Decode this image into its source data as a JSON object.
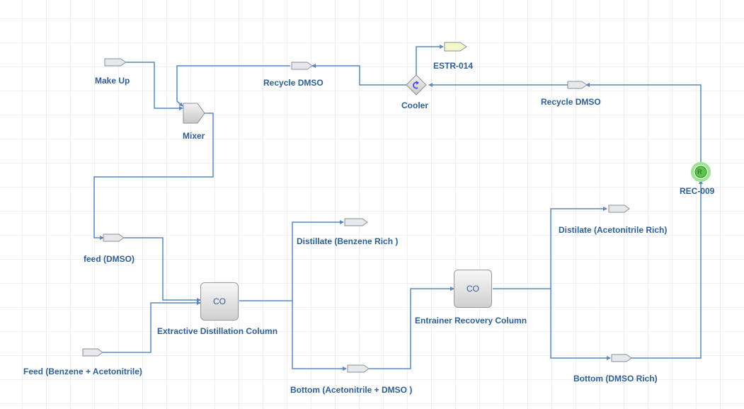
{
  "streams": {
    "make_up": "Make Up",
    "recycle_dmso_left": "Recycle DMSO",
    "recycle_dmso_right": "Recycle DMSO",
    "estr": "ESTR-014",
    "feed_dmso": "feed (DMSO)",
    "feed_benzene": "Feed (Benzene + Acetonitrile)",
    "distillate_benzene": "Distillate (Benzene Rich )",
    "bottom_acetonitrile": "Bottom (Acetonitrile + DMSO )",
    "distilate_acetonitrile": "Distilate (Acetonitrile Rich)",
    "bottom_dmso": "Bottom (DMSO Rich)"
  },
  "units": {
    "mixer": "Mixer",
    "cooler": "Cooler",
    "recycle": "REC-009",
    "extractive_column": "Extractive Distillation Column",
    "recovery_column": "Entrainer Recovery Column",
    "column_icon_text": "CO",
    "recycle_icon_text": "R"
  },
  "colors": {
    "line": "#5b87bd",
    "stream_fill": "#e6e8ec",
    "product_fill": "#f3f8c8",
    "label": "#2d5f95",
    "recycle_green": "#5fc44f"
  }
}
